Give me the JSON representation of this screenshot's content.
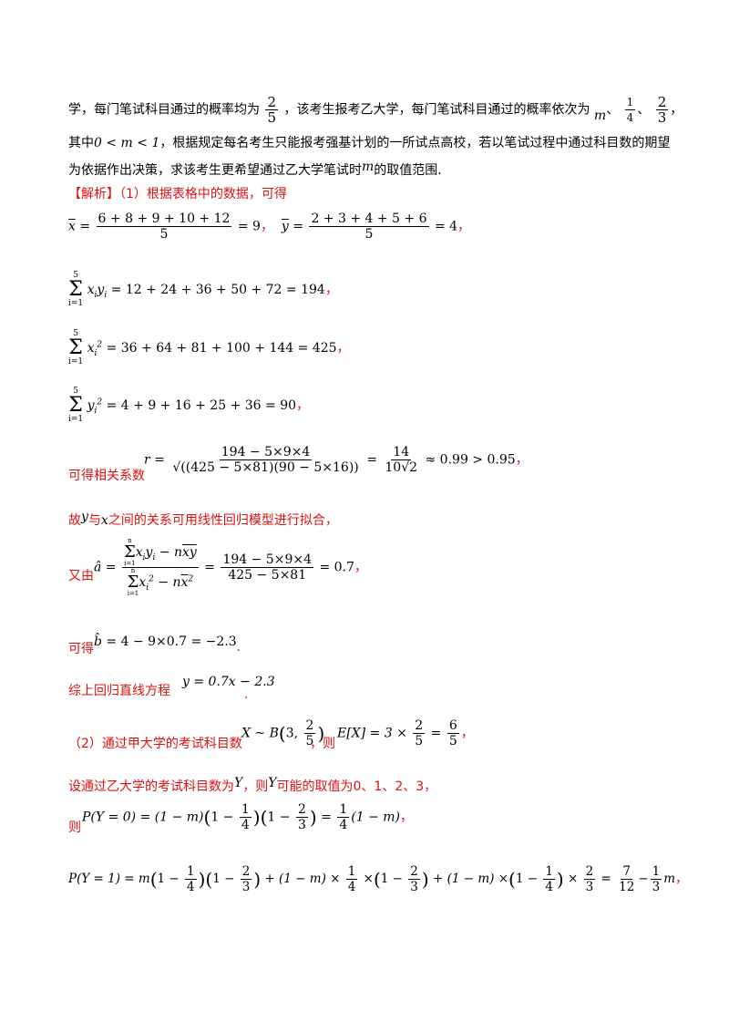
{
  "problem": {
    "line1_pre": "学，每门笔试科目通过的概率均为",
    "line1_mid": "，该考生报考乙大学，每门笔试科目通过的概率依次为",
    "frac_2_5": {
      "num": "2",
      "den": "5"
    },
    "m": "m",
    "sep": "、",
    "frac_1_4": {
      "num": "1",
      "den": "4"
    },
    "frac_2_3": {
      "num": "2",
      "den": "3"
    },
    "line1_end": "，",
    "line2_pre": "其中",
    "line2_cond": "0 < m < 1",
    "line2_post": "，根据规定每名考生只能报考强基计划的一所试点高校，若以笔试过程中通过科目数的期望",
    "line3_pre": "为依据作出决策，求该考生更希望通过乙大学笔试时",
    "line3_post": "的取值范围."
  },
  "solution": {
    "tag": "【解析】",
    "part1_intro": "（1）根据表格中的数据，可得",
    "xbar_num": "6 + 8 + 9 + 10 + 12",
    "xbar_den": "5",
    "xbar_result": "= 9",
    "ybar_num": "2 + 3 + 4 + 5 + 6",
    "ybar_den": "5",
    "ybar_result": "= 4",
    "sum_xy": "= 12 + 24 + 36 + 50 + 72 = 194",
    "sum_x2": "= 36 + 64 + 81 + 100 + 144 = 425",
    "sum_y2": "= 4 + 9 + 16 + 25 + 36 = 90",
    "corr_label": "可得相关系数",
    "r_num": "194 − 5×9×4",
    "r_den": "√((425 − 5×81)(90 − 5×16))",
    "r_num2": "14",
    "r_den2": "10√2",
    "r_result": "≈ 0.99 > 0.95",
    "linear_text": "与",
    "linear_text2": "之间的关系可用线性回归模型进行拟合，",
    "linear_pre": "故",
    "a_label": "又由",
    "a_num": "194 − 5×9×4",
    "a_den": "425 − 5×81",
    "a_result": "= 0.7",
    "b_label": "可得",
    "b_eq": "= 4 − 9×0.7 = −2.3",
    "line_label": "综上回归直线方程",
    "line_eq": "y = 0.7x − 2.3",
    "part2_label": "（2）通过甲大学的考试科目数",
    "part2_then": "，则",
    "dist": "X ~ B",
    "dist_args": "3, ",
    "ex": "E[X] = 3 ×",
    "ex_frac": {
      "num": "2",
      "den": "5"
    },
    "ex_res": {
      "num": "6",
      "den": "5"
    },
    "y_label": "设通过乙大学的考试科目数为",
    "y_label2": "，则",
    "y_label3": "可能的取值为0、1、2、3，",
    "then": "则",
    "p0": "P(Y = 0) = (1 − m)",
    "p0_res": "(1 − m)",
    "p1": "P(Y = 1) = m",
    "p1_tail": "−",
    "p1_res_a": {
      "num": "7",
      "den": "12"
    },
    "p1_res_b": {
      "num": "1",
      "den": "3"
    },
    "comma": "，",
    "period": "."
  }
}
